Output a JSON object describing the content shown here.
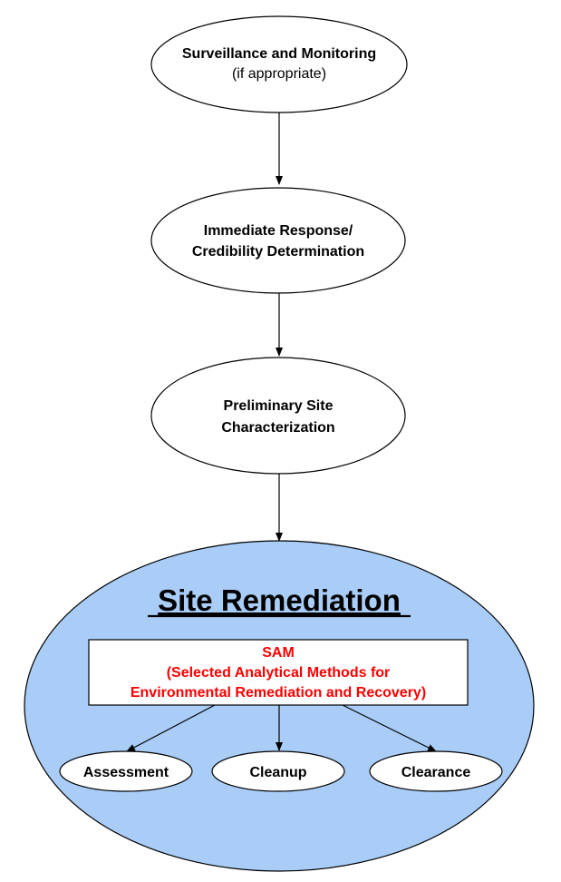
{
  "nodes": {
    "surveillance": {
      "line1": "Surveillance and Monitoring",
      "line2": "(if appropriate)"
    },
    "immediate": {
      "line1": "Immediate Response/",
      "line2": "Credibility Determination"
    },
    "preliminary": {
      "line1": "Preliminary Site",
      "line2": "Characterization"
    },
    "remediation": {
      "title": "Site Remediation"
    },
    "sam": {
      "line1": "SAM",
      "line2": "(Selected Analytical Methods for",
      "line3": "Environmental Remediation and Recovery)"
    },
    "assessment": {
      "label": "Assessment"
    },
    "cleanup": {
      "label": "Cleanup"
    },
    "clearance": {
      "label": "Clearance"
    }
  },
  "colors": {
    "remediation_fill": "#a9cdf7",
    "sam_text": "#ff0000",
    "stroke": "#000000",
    "node_fill": "#ffffff"
  }
}
